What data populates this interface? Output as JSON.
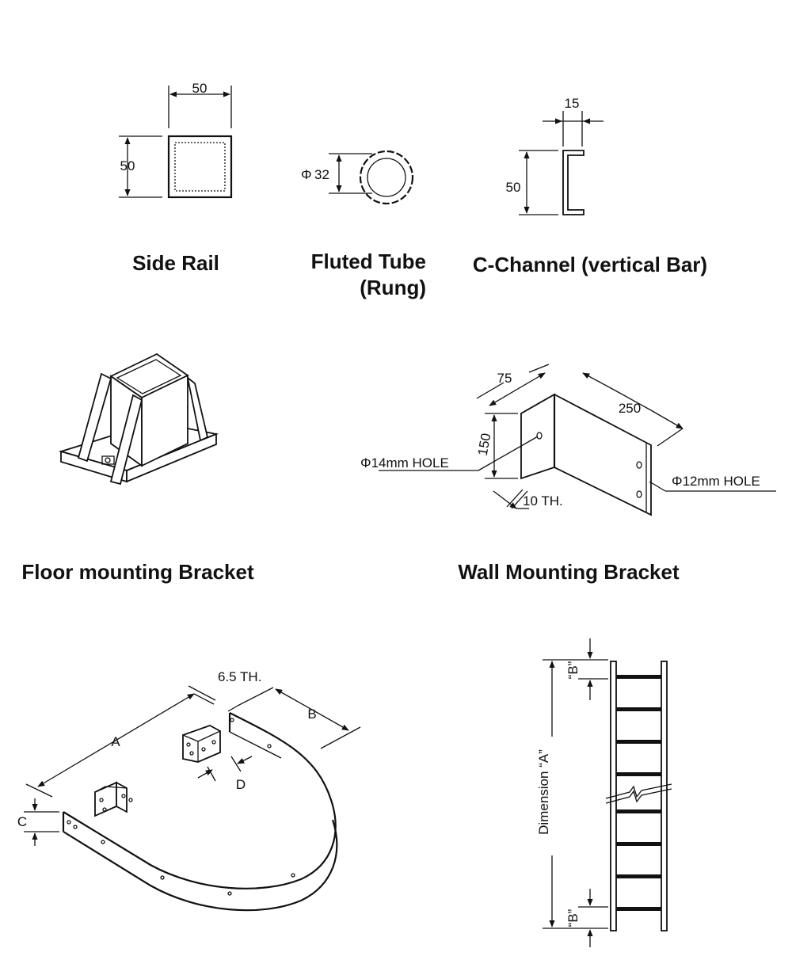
{
  "side_rail": {
    "title": "Side Rail",
    "width_label": "50",
    "height_label": "50"
  },
  "fluted_tube": {
    "title_line1": "Fluted Tube",
    "title_line2": "(Rung)",
    "diameter_symbol": "Φ",
    "diameter_label": "32"
  },
  "c_channel": {
    "title": "C-Channel (vertical Bar)",
    "flange_label": "15",
    "height_label": "50"
  },
  "floor_bracket": {
    "title": "Floor mounting Bracket"
  },
  "wall_bracket": {
    "title": "Wall Mounting Bracket",
    "dim_75": "75",
    "dim_250": "250",
    "dim_150": "150",
    "hole_14": "Φ14mm HOLE",
    "hole_12": "Φ12mm HOLE",
    "thickness": "10 TH."
  },
  "cage_hoop": {
    "thickness": "6.5 TH.",
    "label_a": "A",
    "label_b": "B",
    "label_c": "C",
    "label_d": "D"
  },
  "ladder": {
    "dimension_a": "Dimension “A”",
    "b_top": "“B”",
    "b_bottom": "“B”"
  }
}
